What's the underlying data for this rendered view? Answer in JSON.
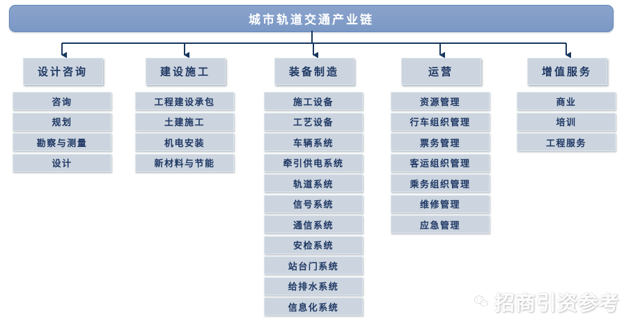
{
  "root": {
    "title": "城市轨道交通产业链"
  },
  "columns": [
    {
      "id": "design-consulting",
      "label": "设计咨询",
      "items": [
        "咨询",
        "规划",
        "勘察与测量",
        "设计"
      ]
    },
    {
      "id": "construction",
      "label": "建设施工",
      "items": [
        "工程建设承包",
        "土建施工",
        "机电安装",
        "新材料与节能"
      ]
    },
    {
      "id": "equipment-manufacturing",
      "label": "装备制造",
      "items": [
        "施工设备",
        "工艺设备",
        "车辆系统",
        "牵引供电系统",
        "轨道系统",
        "信号系统",
        "通信系统",
        "安检系统",
        "站台门系统",
        "给排水系统",
        "信息化系统"
      ]
    },
    {
      "id": "operations",
      "label": "运营",
      "items": [
        "资源管理",
        "行车组织管理",
        "票务管理",
        "客运组织管理",
        "乘务组织管理",
        "维修管理",
        "应急管理"
      ]
    },
    {
      "id": "value-added-services",
      "label": "增值服务",
      "items": [
        "商业",
        "培训",
        "工程服务"
      ]
    }
  ],
  "watermark": {
    "text": "招商引资参考",
    "icon": "wechat-icon"
  },
  "colors": {
    "banner_fill": "#7b98c5",
    "banner_border": "#6286b8",
    "box_fill": "#ccd5df",
    "box_border": "#dfe6ec",
    "text_navy": "#1f3864",
    "connector_line": "#17375e"
  }
}
